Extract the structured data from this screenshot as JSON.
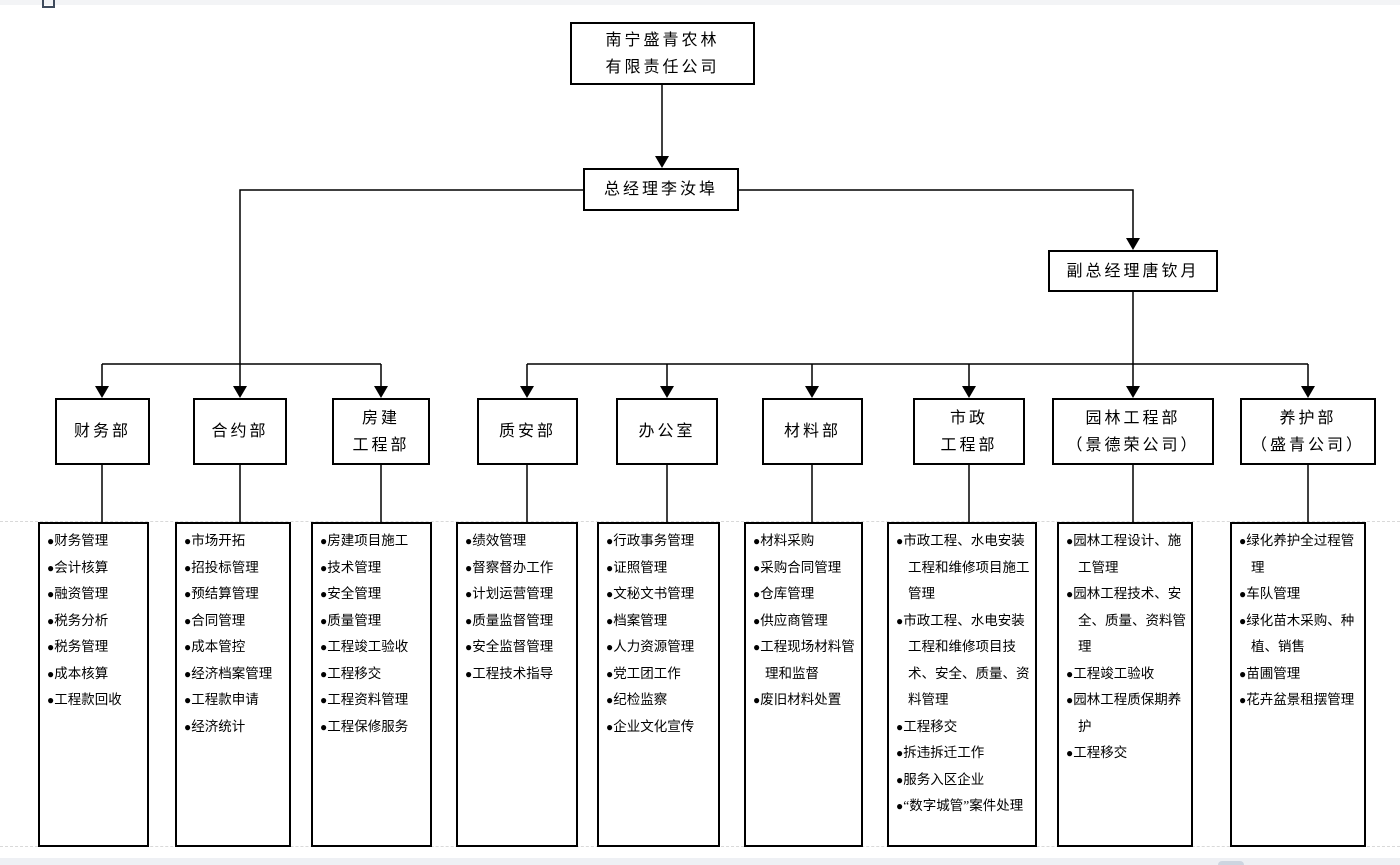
{
  "ui": {
    "bullet": "●",
    "colors": {
      "line": "#000000",
      "page_break_dash": "#d9d9d9",
      "top_bar": "#f3f4f6",
      "bottom_bar": "#eef0f4",
      "scroll_pill": "#cdd5e0",
      "tab_icon": "#3f4b5c"
    }
  },
  "org": {
    "root": {
      "lines": [
        "南宁盛青农林",
        "有限责任公司"
      ]
    },
    "general_manager": {
      "label": "总经理李汝埠"
    },
    "deputy_general_manager": {
      "label": "副总经理唐钦月"
    },
    "departments": [
      {
        "title_lines": [
          "财务部"
        ],
        "duties": [
          "财务管理",
          "会计核算",
          "融资管理",
          "税务分析",
          "税务管理",
          "成本核算",
          "工程款回收"
        ]
      },
      {
        "title_lines": [
          "合约部"
        ],
        "duties": [
          "市场开拓",
          "招投标管理",
          "预结算管理",
          "合同管理",
          "成本管控",
          "经济档案管理",
          "工程款申请",
          "经济统计"
        ]
      },
      {
        "title_lines": [
          "房建",
          "工程部"
        ],
        "duties": [
          "房建项目施工",
          "技术管理",
          "安全管理",
          "质量管理",
          "工程竣工验收",
          "工程移交",
          "工程资料管理",
          "工程保修服务"
        ]
      },
      {
        "title_lines": [
          "质安部"
        ],
        "duties": [
          "绩效管理",
          "督察督办工作",
          "计划运营管理",
          "质量监督管理",
          "安全监督管理",
          "工程技术指导"
        ]
      },
      {
        "title_lines": [
          "办公室"
        ],
        "duties": [
          "行政事务管理",
          "证照管理",
          "文秘文书管理",
          "档案管理",
          "人力资源管理",
          "党工团工作",
          "纪检监察",
          "企业文化宣传"
        ]
      },
      {
        "title_lines": [
          "材料部"
        ],
        "duties": [
          "材料采购",
          "采购合同管理",
          "仓库管理",
          "供应商管理",
          "工程现场材料管理和监督",
          "废旧材料处置"
        ]
      },
      {
        "title_lines": [
          "市政",
          "工程部"
        ],
        "duties": [
          "市政工程、水电安装工程和维修项目施工管理",
          "市政工程、水电安装工程和维修项目技术、安全、质量、资料管理",
          "工程移交",
          "拆违拆迁工作",
          "服务入区企业",
          "“数字城管”案件处理"
        ]
      },
      {
        "title_lines": [
          "园林工程部",
          "（景德荣公司）"
        ],
        "duties": [
          "园林工程设计、施工管理",
          "园林工程技术、安全、质量、资料管理",
          "工程竣工验收",
          "园林工程质保期养护",
          "工程移交"
        ]
      },
      {
        "title_lines": [
          "养护部",
          "（盛青公司）"
        ],
        "duties": [
          "绿化养护全过程管理",
          "车队管理",
          "绿化苗木采购、种植、销售",
          "苗圃管理",
          "花卉盆景租摆管理"
        ]
      }
    ]
  }
}
